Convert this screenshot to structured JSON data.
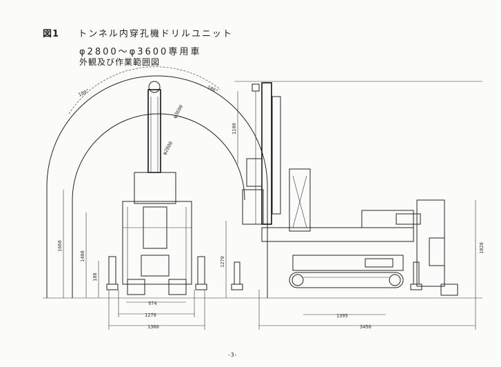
{
  "figure": {
    "label": "図1",
    "title": "トンネル内穿孔機ドリルユニット",
    "subtitle": "φ2800～φ3600専用車",
    "subtitle2": "外観及び作業範囲図"
  },
  "dimensions": {
    "front_width_inner": "974",
    "front_width_mid": "1270",
    "front_width_outer": "1360",
    "height_1660": "1660",
    "height_1400": "1400",
    "height_180": "180",
    "side_height_1270": "1270",
    "side_length_1395": "1395",
    "side_length_3450": "3450",
    "side_height_1820": "1820",
    "stroke_1100": "1100",
    "diameter_2800": "φ2800",
    "diameter_3600": "φ3600",
    "angle_left": "180°",
    "angle_right": "180°"
  },
  "page_number": "-3-"
}
